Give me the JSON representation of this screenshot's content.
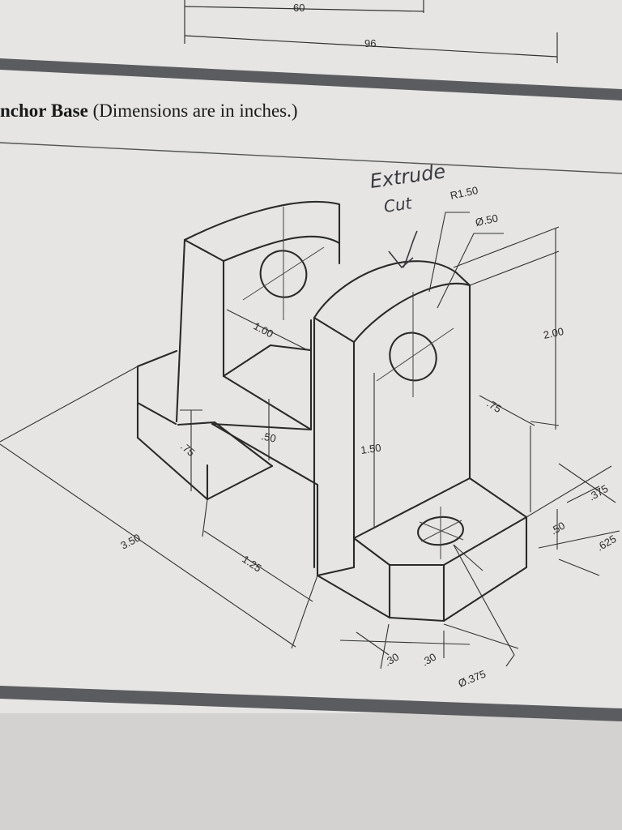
{
  "page": {
    "heading_bold": "nchor Base",
    "heading_rest": " (Dimensions are in inches.)",
    "top_dims": [
      "60",
      "96"
    ]
  },
  "annotations": {
    "extrude": "Extrude",
    "cut": "Cut"
  },
  "dimensions": {
    "r150": "R1.50",
    "d50": "Ø.50",
    "h200": "2.00",
    "w100": "1.00",
    "t50": ".50",
    "t75": ".75",
    "h150": "1.50",
    "o75": ".75",
    "l350": "3.50",
    "l125": "1.25",
    "s30a": ".30",
    "s30b": ".30",
    "d375": "Ø.375",
    "h50b": ".50",
    "r375": ".375",
    "r625": ".625"
  },
  "colors": {
    "page": "#e6e5e3",
    "band": "#5b5c60",
    "line": "#2a2a2a"
  }
}
